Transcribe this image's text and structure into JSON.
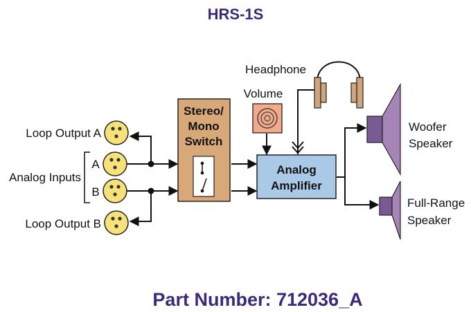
{
  "title": "HRS-1S",
  "part_number": "Part Number:  712036_A",
  "labels": {
    "loop_output_a": "Loop Output A",
    "loop_output_b": "Loop Output B",
    "analog_inputs": "Analog Inputs",
    "input_a": "A",
    "input_b": "B",
    "switch_line1": "Stereo/",
    "switch_line2": "Mono",
    "switch_line3": "Switch",
    "headphone": "Headphone",
    "volume": "Volume",
    "amp_line1": "Analog",
    "amp_line2": "Amplifier",
    "woofer_line1": "Woofer",
    "woofer_line2": "Speaker",
    "fullrange_line1": "Full-Range",
    "fullrange_line2": "Speaker"
  },
  "colors": {
    "title": "#3a2a7a",
    "xlr_fill": "#f7e27a",
    "switch_fill": "#d9a878",
    "amp_fill": "#a9c9e6",
    "volume_fill": "#f4a98a",
    "headphone_fill": "#cfa57c",
    "speaker_fill": "#a684b8"
  }
}
